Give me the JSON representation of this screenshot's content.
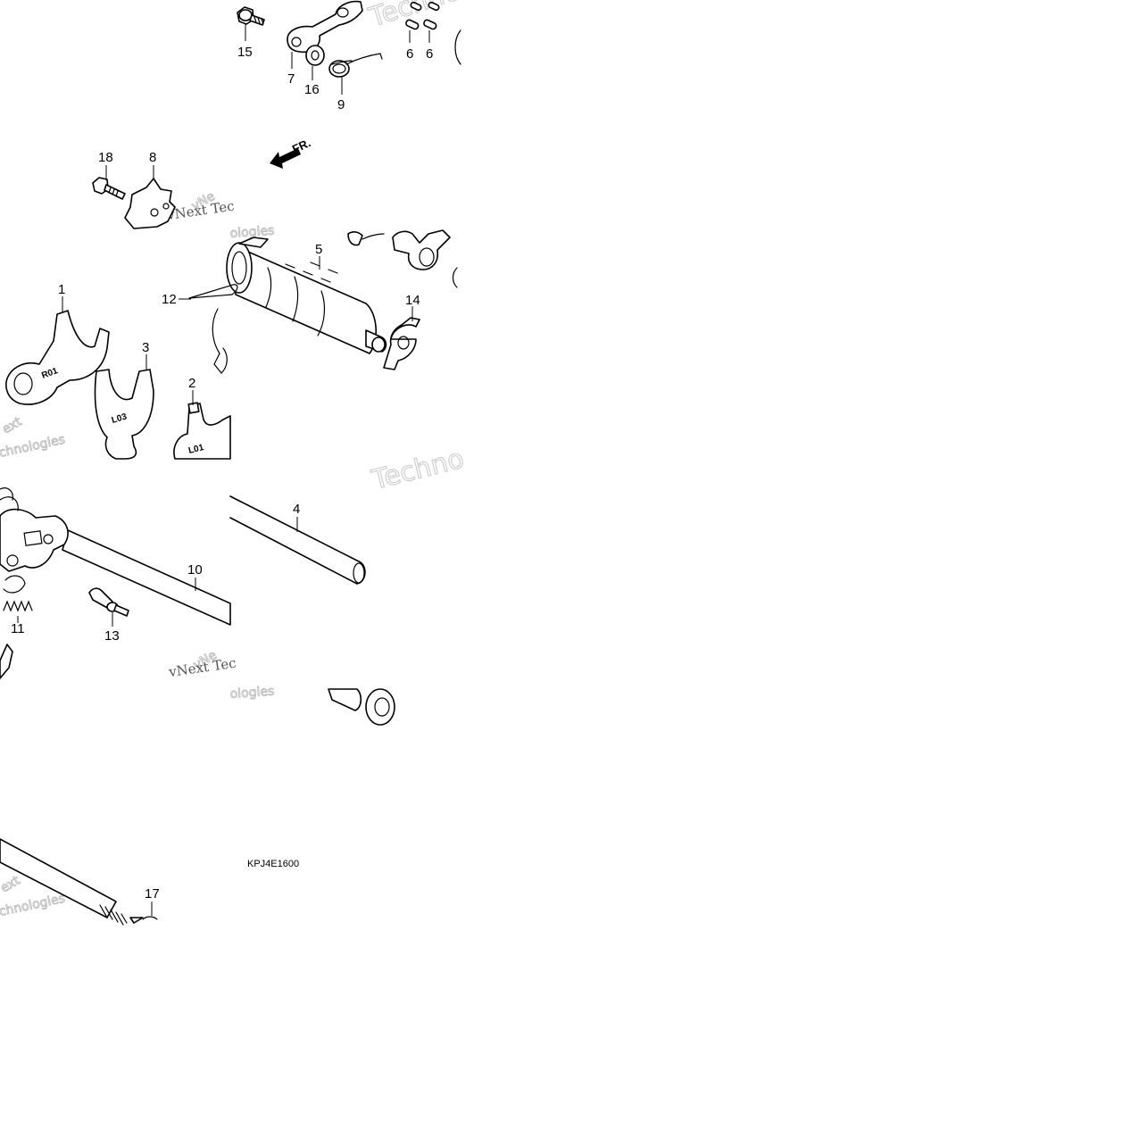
{
  "callouts": [
    {
      "id": "c15",
      "text": "15"
    },
    {
      "id": "c7",
      "text": "7"
    },
    {
      "id": "c16",
      "text": "16"
    },
    {
      "id": "c9",
      "text": "9"
    },
    {
      "id": "c6a",
      "text": "6"
    },
    {
      "id": "c6b",
      "text": "6"
    },
    {
      "id": "c18",
      "text": "18"
    },
    {
      "id": "c8",
      "text": "8"
    },
    {
      "id": "c5",
      "text": "5"
    },
    {
      "id": "c12",
      "text": "12"
    },
    {
      "id": "c14",
      "text": "14"
    },
    {
      "id": "c1",
      "text": "1"
    },
    {
      "id": "c3",
      "text": "3"
    },
    {
      "id": "c2",
      "text": "2"
    },
    {
      "id": "c4",
      "text": "4"
    },
    {
      "id": "c10",
      "text": "10"
    },
    {
      "id": "c11",
      "text": "11"
    },
    {
      "id": "c13",
      "text": "13"
    },
    {
      "id": "c17",
      "text": "17"
    }
  ],
  "direction_marker": "FR.",
  "fork_markings": {
    "fork1": "R01",
    "fork3": "L03",
    "fork2": "L01"
  },
  "diagram_code": "KPJ4E1600",
  "watermarks": {
    "techno": "Techno",
    "vnext_tec_a": "vNext Tec",
    "vnext_tec_b": "vNext Tec",
    "vne": "vNe",
    "ext_a": "ext",
    "ext_b": "ext",
    "chnologies_a": "chnologies",
    "chnologies_b": "chnologies",
    "ologies_a": "ologies",
    "ologies_b": "ologies"
  }
}
